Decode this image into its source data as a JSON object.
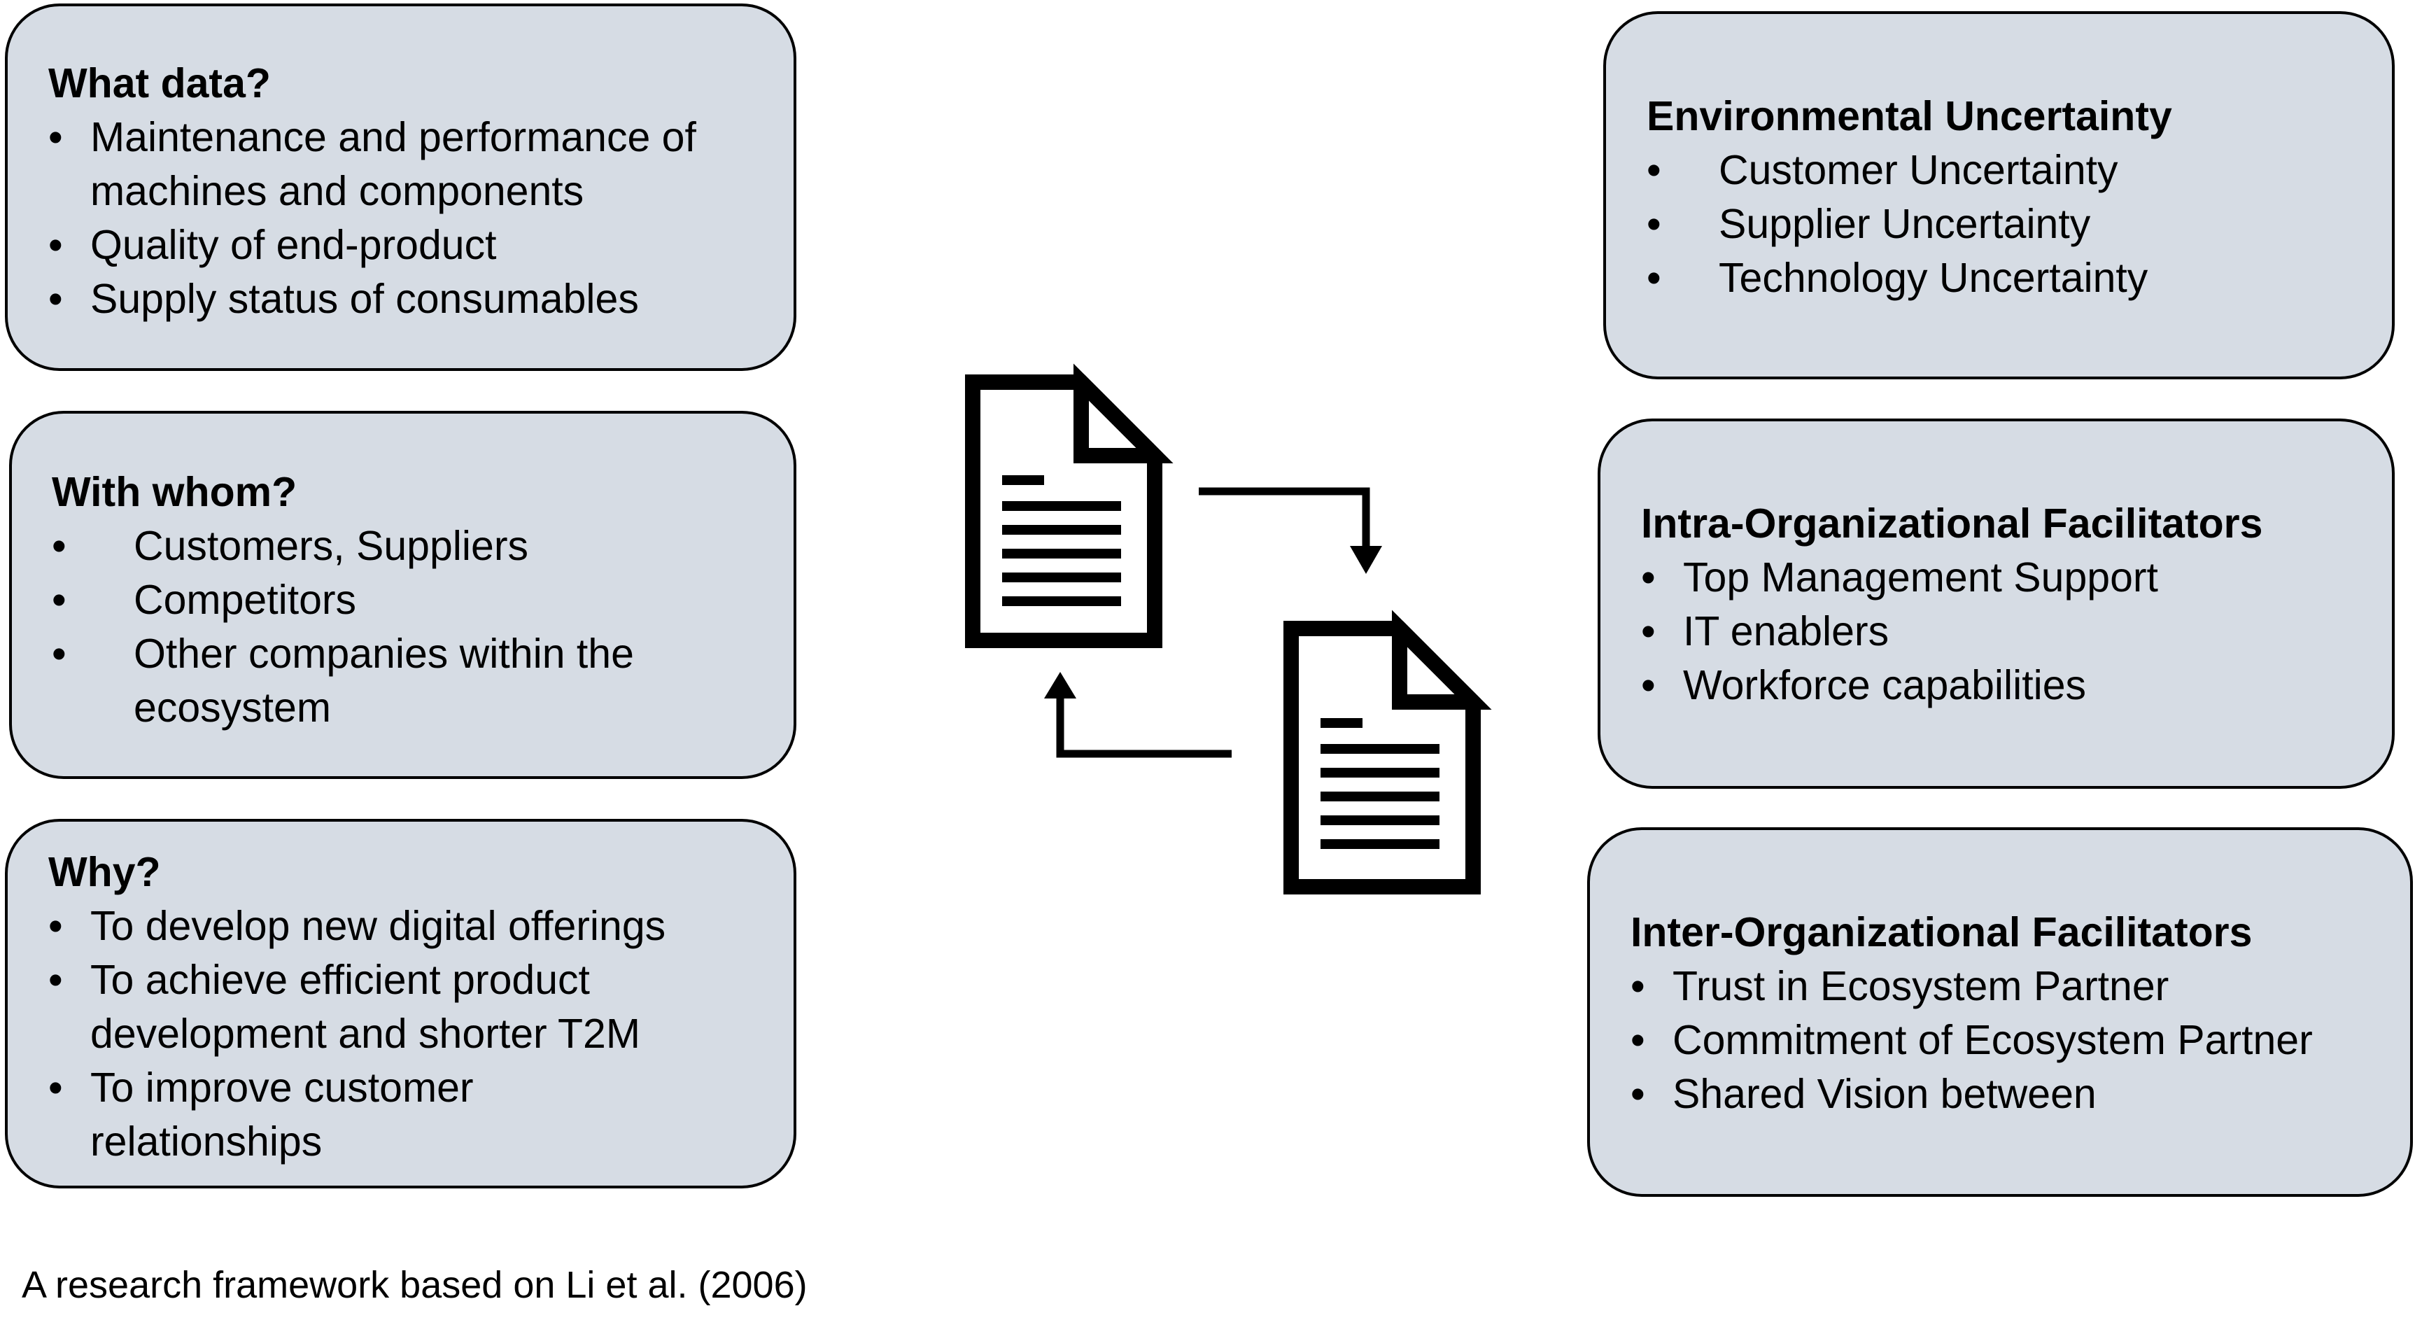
{
  "boxes": {
    "what_data": {
      "title": "What data?",
      "items": [
        "Maintenance and performance of machines and components",
        "Quality of end-product",
        "Supply status of consumables"
      ]
    },
    "with_whom": {
      "title": "With whom?",
      "items": [
        "Customers, Suppliers",
        "Competitors",
        "Other companies within the ecosystem"
      ]
    },
    "why": {
      "title": "Why?",
      "items": [
        "To develop new digital offerings",
        "To achieve efficient product development and shorter T2M",
        "To improve customer relationships"
      ]
    },
    "environmental": {
      "title": "Environmental Uncertainty",
      "items": [
        "Customer Uncertainty",
        "Supplier Uncertainty",
        "Technology Uncertainty"
      ]
    },
    "intra": {
      "title": "Intra-Organizational Facilitators",
      "items": [
        "Top Management Support",
        "IT enablers",
        "Workforce capabilities"
      ]
    },
    "inter": {
      "title": "Inter-Organizational Facilitators",
      "items": [
        "Trust in Ecosystem Partner",
        "Commitment of Ecosystem Partner",
        "Shared Vision between"
      ]
    }
  },
  "caption": "A research framework based on Li et al. (2006)",
  "icons": [
    "document-icon",
    "document-icon",
    "arrow-right-down-icon",
    "arrow-left-up-icon"
  ],
  "colors": {
    "box_fill": "#d6dce4",
    "box_border": "#000000",
    "icon": "#000000"
  }
}
